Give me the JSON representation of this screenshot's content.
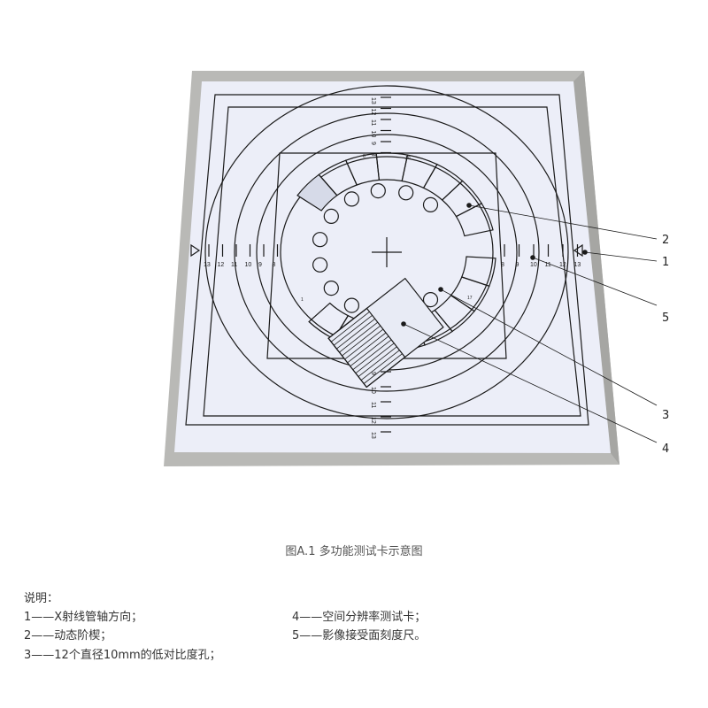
{
  "figure": {
    "caption": "图A.1  多功能测试卡示意图",
    "callouts": [
      "1",
      "2",
      "3",
      "4",
      "5"
    ],
    "ruler_left": [
      "13",
      "12",
      "11",
      "10",
      "9",
      "8"
    ],
    "ruler_right": [
      "8",
      "9",
      "10",
      "11",
      "12",
      "13"
    ],
    "ruler_top": [
      "13",
      "12",
      "11",
      "10",
      "9",
      "8"
    ],
    "ruler_bottom": [
      "9",
      "10",
      "11",
      "12",
      "13"
    ],
    "wedge_labels": [
      "8",
      "10",
      "1",
      "17"
    ]
  },
  "legend": {
    "title": "说明：",
    "items": [
      "1——X射线管轴方向；",
      "2——动态阶楔；",
      "3——12个直径10mm的低对比度孔；",
      "4——空间分辨率测试卡；",
      "5——影像接受面刻度尺。"
    ]
  },
  "colors": {
    "frame": "#b9b9b6",
    "panel": "#eceef8",
    "ink": "#1a1a1a"
  }
}
